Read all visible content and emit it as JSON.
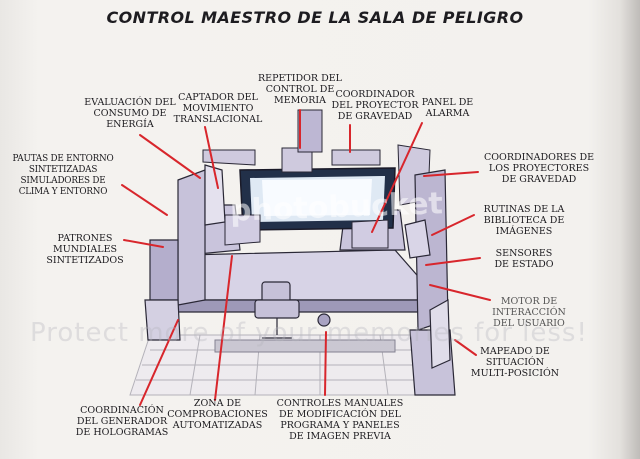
{
  "title": "CONTROL MAESTRO DE LA SALA DE PELIGRO",
  "labels": {
    "evaluacion": [
      "EVALUACIÓN DEL",
      "CONSUMO DE",
      "ENERGÍA"
    ],
    "captador": [
      "CAPTADOR DEL",
      "MOVIMIENTO",
      "TRANSLACIONAL"
    ],
    "repetidor": [
      "REPETIDOR DEL",
      "CONTROL DE",
      "MEMORIA"
    ],
    "coordinador_proyector": [
      "COORDINADOR",
      "DEL PROYECTOR",
      "DE GRAVEDAD"
    ],
    "panel_alarma": [
      "PANEL DE",
      "ALARMA"
    ],
    "pautas": [
      "PAUTAS DE ENTORNO",
      "SINTETIZADAS",
      "SIMULADORES DE",
      "CLIMA Y ENTORNO"
    ],
    "coordinadores_proyectores": [
      "COORDINADORES DE",
      "LOS PROYECTORES",
      "DE GRAVEDAD"
    ],
    "rutinas": [
      "RUTINAS DE LA",
      "BIBLIOTECA DE",
      "IMÁGENES"
    ],
    "patrones": [
      "PATRONES",
      "MUNDIALES",
      "SINTETIZADOS"
    ],
    "sensores": [
      "SENSORES",
      "DE ESTADO"
    ],
    "motor": [
      "MOTOR DE",
      "INTERACCIÓN",
      "DEL USUARIO"
    ],
    "mapeado": [
      "MAPEADO DE",
      "SITUACIÓN",
      "MULTI-POSICIÓN"
    ],
    "coordinacion_hologramas": [
      "COORDINACIÓN",
      "DEL GENERADOR",
      "DE HOLOGRAMAS"
    ],
    "zona_comprobaciones": [
      "ZONA DE",
      "COMPROBACIONES",
      "AUTOMATIZADAS"
    ],
    "controles_manuales": [
      "CONTROLES MANUALES",
      "DE MODIFICACIÓN DEL",
      "PROGRAMA Y PANELES",
      "DE IMAGEN PREVIA"
    ]
  },
  "watermarks": [
    "photobucket",
    "Protect more of your memories for less!"
  ],
  "colors": {
    "leader_line": "#d8262c",
    "console": "#c9c4dc",
    "screen": "#dfe9f4",
    "text": "#1c1b1f"
  }
}
